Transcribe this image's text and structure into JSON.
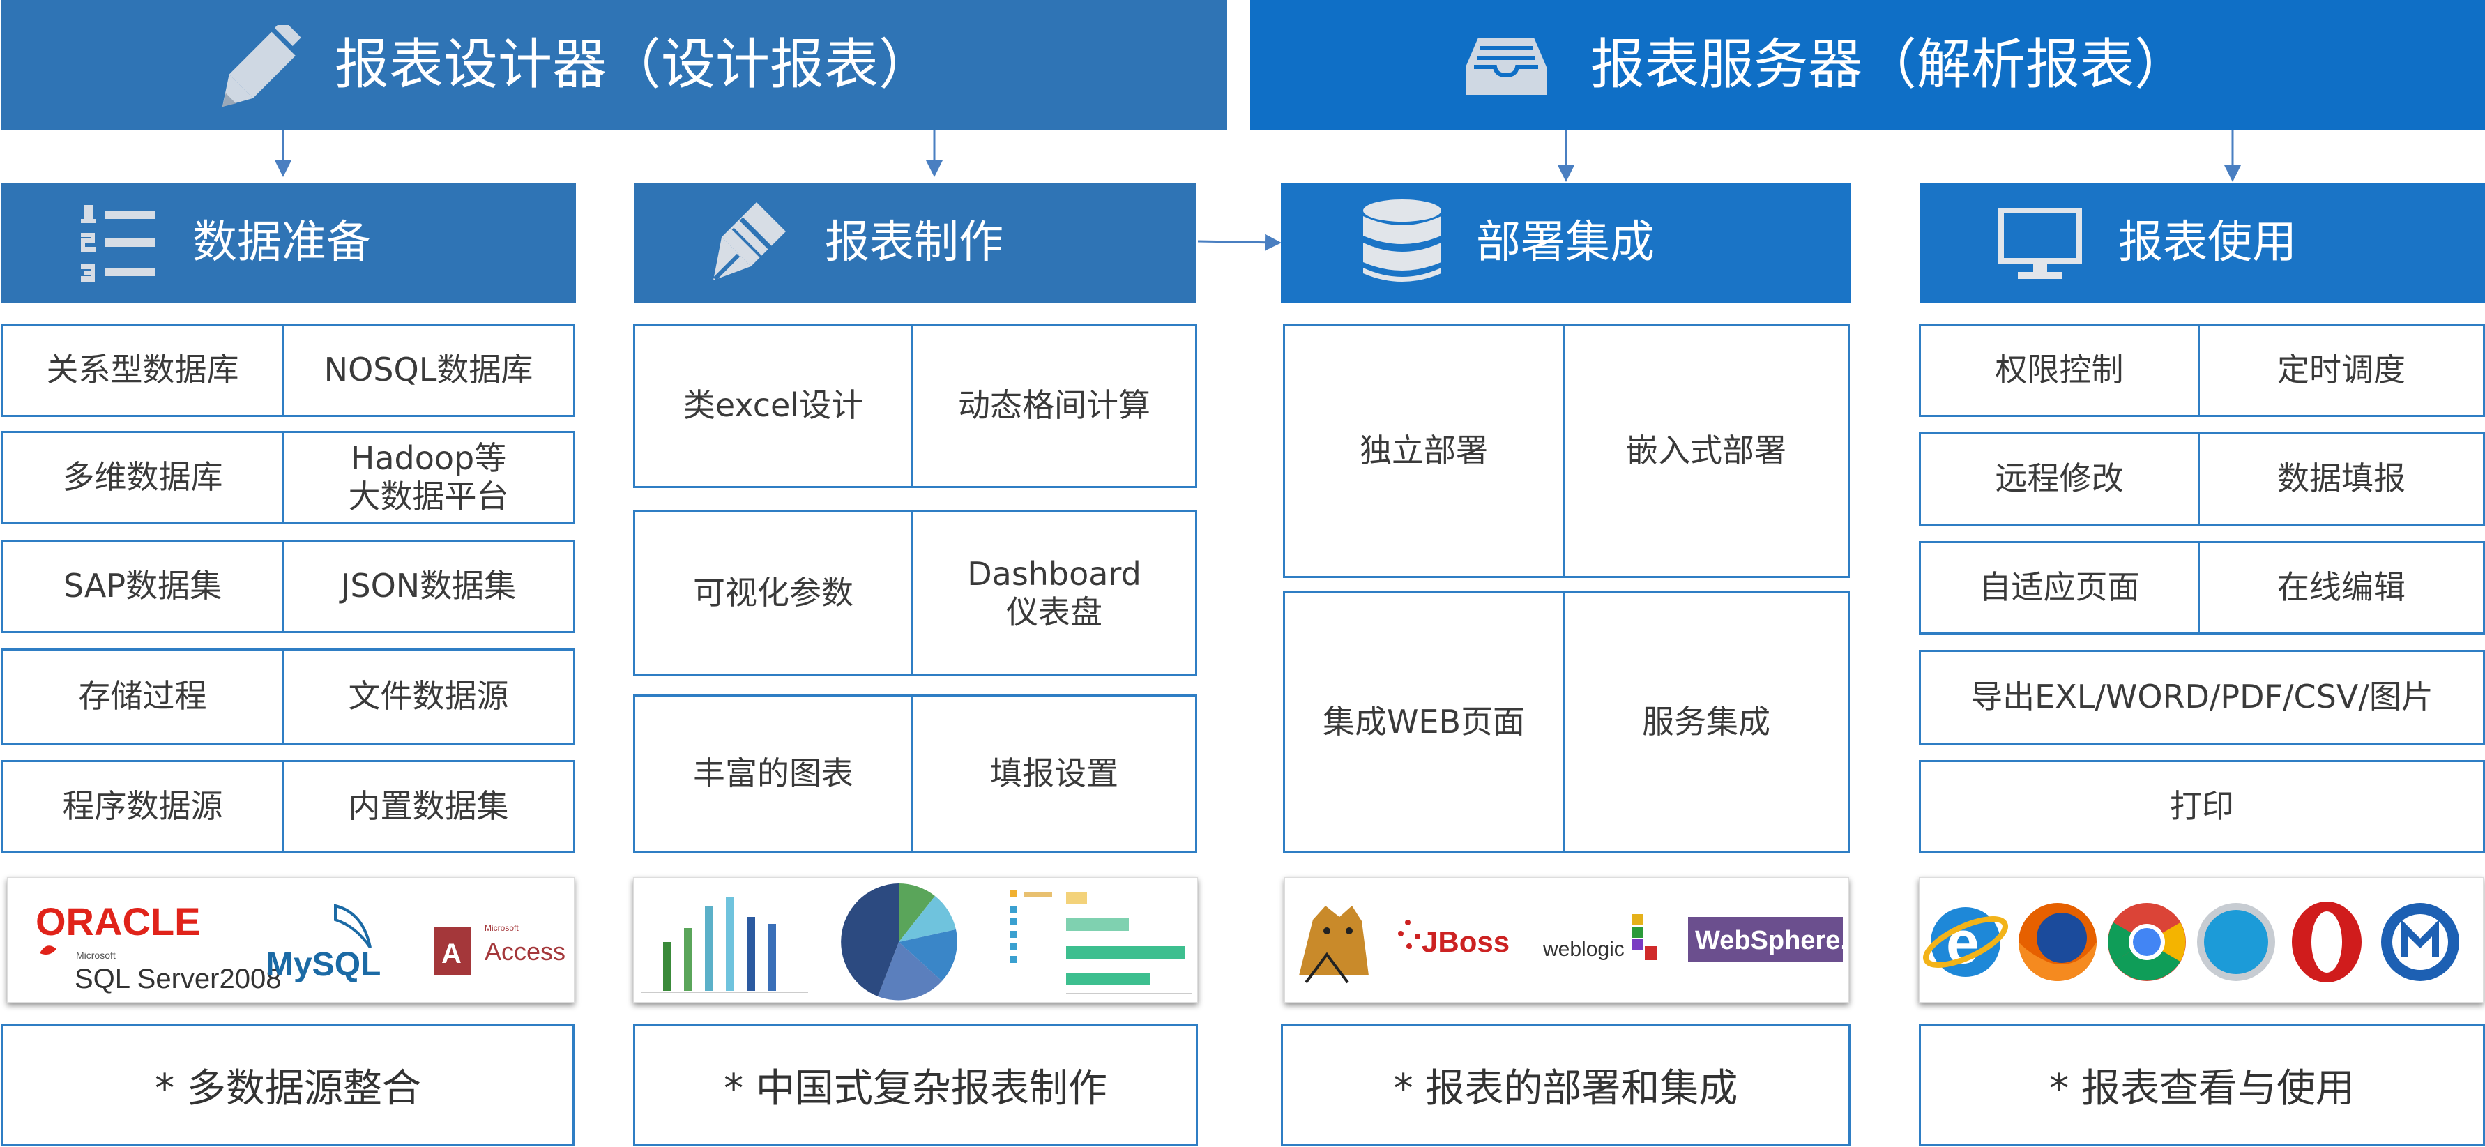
{
  "banners": {
    "designer": {
      "title": "报表设计器（设计报表）",
      "icon": "pencil-icon"
    },
    "server": {
      "title": "报表服务器（解析报表）",
      "icon": "inbox-tray-icon"
    }
  },
  "columns": [
    {
      "header": "数据准备",
      "icon": "numbered-list-icon",
      "rows": [
        [
          "关系型数据库",
          "NOSQL数据库"
        ],
        [
          "多维数据库",
          "Hadoop等\n大数据平台"
        ],
        [
          "SAP数据集",
          "JSON数据集"
        ],
        [
          "存储过程",
          "文件数据源"
        ],
        [
          "程序数据源",
          "内置数据集"
        ]
      ],
      "note": "* 多数据源整合"
    },
    {
      "header": "报表制作",
      "icon": "pen-nib-icon",
      "rows": [
        [
          "类excel设计",
          "动态格间计算"
        ],
        [
          "可视化参数",
          "Dashboard\n仪表盘"
        ],
        [
          "丰富的图表",
          "填报设置"
        ]
      ],
      "note": "* 中国式复杂报表制作"
    },
    {
      "header": "部署集成",
      "icon": "database-icon",
      "rows": [
        [
          "独立部署",
          "嵌入式部署"
        ],
        [
          "集成WEB页面",
          "服务集成"
        ]
      ],
      "note": "* 报表的部署和集成"
    },
    {
      "header": "报表使用",
      "icon": "monitor-icon",
      "rows": [
        [
          "权限控制",
          "定时调度"
        ],
        [
          "远程修改",
          "数据填报"
        ],
        [
          "自适应页面",
          "在线编辑"
        ],
        [
          "导出EXL/WORD/PDF/CSV/图片"
        ],
        [
          "打印"
        ]
      ],
      "note": "* 报表查看与使用"
    }
  ],
  "logos": {
    "databases": [
      "ORACLE",
      "SQL Server2008",
      "MySQL",
      "Access"
    ],
    "databases_small": [
      "Microsoft",
      "Microsoft"
    ],
    "servers": [
      "JBoss",
      "weblogic",
      "WebSphere."
    ],
    "browsers": [
      "ie-icon",
      "firefox-icon",
      "chrome-icon",
      "safari-icon",
      "opera-icon",
      "maxthon-icon"
    ]
  },
  "colors": {
    "banner_left": "#2f74b5",
    "banner_right": "#0f6fc6",
    "border": "#2f7ec4",
    "arrow": "#4a7fc1"
  }
}
